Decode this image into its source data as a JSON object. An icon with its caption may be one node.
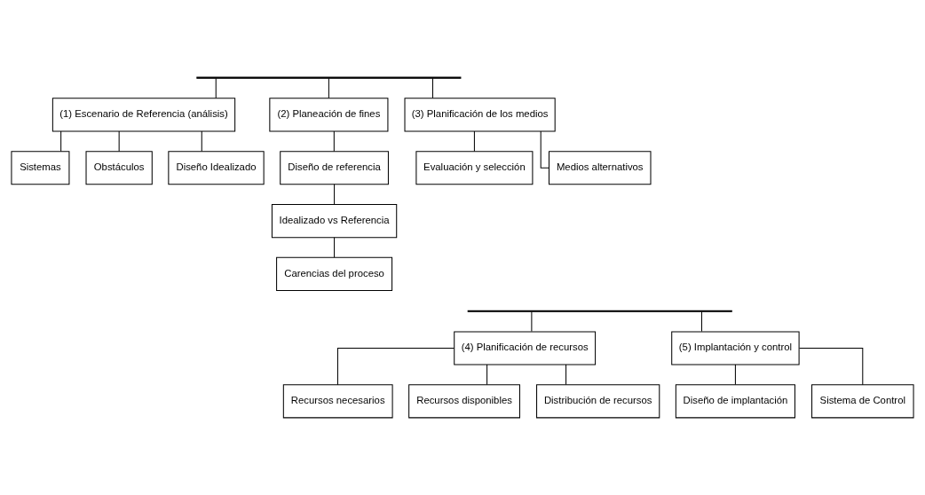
{
  "diagram": {
    "nodes": [
      {
        "text": [],
        "shape": "bar"
      },
      {
        "text": [
          "(1) Escenario de Referencia (análisis)"
        ]
      },
      {
        "text": [
          "Sistemas"
        ]
      },
      {
        "text": [
          "Obstáculos"
        ]
      },
      {
        "text": [
          "Diseño Idealizado"
        ]
      },
      {
        "text": [
          "(2) Planeación de fines"
        ]
      },
      {
        "text": [
          "Diseño de referencia"
        ]
      },
      {
        "text": [
          "Idealizado vs Referencia"
        ]
      },
      {
        "text": [
          "Carencias del proceso"
        ]
      },
      {
        "text": [
          "(3) Planificación de los medios"
        ]
      },
      {
        "text": [
          "Evaluación y selección"
        ]
      },
      {
        "text": [
          "Medios alternativos"
        ]
      },
      {
        "text": [],
        "shape": "bar"
      },
      {
        "text": [
          "(4) Planificación de recursos"
        ]
      },
      {
        "text": [
          "Recursos necesarios"
        ]
      },
      {
        "text": [
          "Recursos disponibles"
        ]
      },
      {
        "text": [
          "Distribución de recursos"
        ]
      },
      {
        "text": [
          "(5) Implantación y control"
        ]
      },
      {
        "text": [
          "Diseño de implantación"
        ]
      },
      {
        "text": [
          "Sistema de Control"
        ]
      }
    ],
    "edges": [
      {
        "from": 0,
        "to": 1,
        "arrow": "none"
      },
      {
        "from": 0,
        "to": 5,
        "arrow": "none"
      },
      {
        "from": 0,
        "to": 9,
        "arrow": "none"
      },
      {
        "from": 1,
        "to": 2,
        "arrow": "none"
      },
      {
        "from": 1,
        "to": 3,
        "arrow": "none"
      },
      {
        "from": 1,
        "to": 4,
        "arrow": "none"
      },
      {
        "from": 5,
        "to": 6,
        "arrow": "none"
      },
      {
        "from": 6,
        "to": 7,
        "arrow": "none"
      },
      {
        "from": 7,
        "to": 8,
        "arrow": "none"
      },
      {
        "from": 9,
        "to": 10,
        "arrow": "none"
      },
      {
        "from": 9,
        "to": 11,
        "arrow": "none"
      },
      {
        "from": 12,
        "to": 13,
        "arrow": "none"
      },
      {
        "from": 12,
        "to": 17,
        "arrow": "none"
      },
      {
        "from": 13,
        "to": 14,
        "arrow": "none"
      },
      {
        "from": 13,
        "to": 15,
        "arrow": "none"
      },
      {
        "from": 13,
        "to": 16,
        "arrow": "none"
      },
      {
        "from": 17,
        "to": 18,
        "arrow": "none"
      },
      {
        "from": 17,
        "to": 19,
        "arrow": "none"
      }
    ]
  }
}
